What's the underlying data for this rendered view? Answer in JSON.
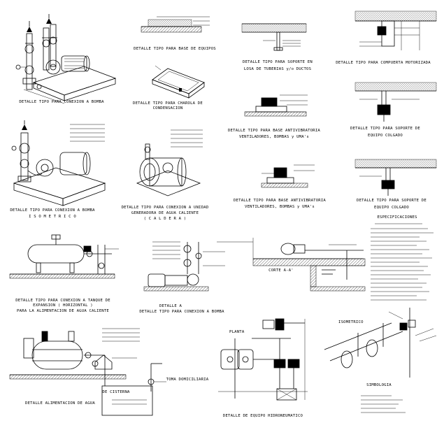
{
  "captions": {
    "bomba": "DETALLE TIPO PARA CONEXION A BOMBA",
    "base_equipos": "DETALLE TIPO PARA BASE DE EQUIPOS",
    "soporte_losa_1": "DETALLE TIPO PARA SOPORTE EN",
    "soporte_losa_2": "LOSA DE TUBERIAS y/o DUCTOS",
    "compuerta": "DETALLE TIPO PARA COMPUERTA MOTORIZADA",
    "charola_1": "DETALLE TIPO PARA CHAROLA DE",
    "charola_2": "CONDENSACION",
    "soporte_colgado_1_a": "DETALLE TIPO PARA SOPORTE DE",
    "soporte_colgado_1_b": "EQUIPO COLGADO",
    "antivibratoria_1_a": "DETALLE TIPO PARA BASE ANTIVIBRATORIA",
    "antivibratoria_1_b": "VENTILADORES, BOMBAS y UMA's",
    "bomba_iso_1": "DETALLE TIPO PARA CONEXION A BOMBA",
    "bomba_iso_2": "I S O M E T R I C O",
    "unidad_1": "DETALLE TIPO PARA CONEXION A UNIDAD",
    "unidad_2": "GENERADORA DE AGUA CALIENTE",
    "unidad_3": "( C A L D E R A )",
    "antivibratoria_2_a": "DETALLE TIPO PARA BASE ANTIVIBRATORIA",
    "antivibratoria_2_b": "VENTILADORES, BOMBAS y UMA's",
    "soporte_colgado_2_a": "DETALLE TIPO PARA SOPORTE DE",
    "soporte_colgado_2_b": "EQUIPO COLGADO",
    "especificaciones": "ESPECIFICACIONES",
    "tanque_1": "DETALLE TIPO PARA CONEXION A TANQUE DE",
    "tanque_2": "EXPANSION ( HORIZONTAL )",
    "tanque_3": "PARA LA ALIMENTACION DE AGUA CALIENTE",
    "detalle_a_1": "DETALLE  A",
    "detalle_a_2": "DETALLE TIPO PARA CONEXION A BOMBA",
    "corte": "CORTE  A-A'",
    "planta": "PLANTA",
    "toma_domiciliaria": "TOMA DOMICILIARIA",
    "alimentacion": "DETALLE ALIMENTACION DE AGUA",
    "hidroneumatico": "DETALLE DE EQUIPO HIDRONEUMATICO",
    "simbologia": "SIMBOLOGIA",
    "isometrico_label": "ISOMETRICO",
    "de_cisterna": "DE CISTERNA"
  }
}
